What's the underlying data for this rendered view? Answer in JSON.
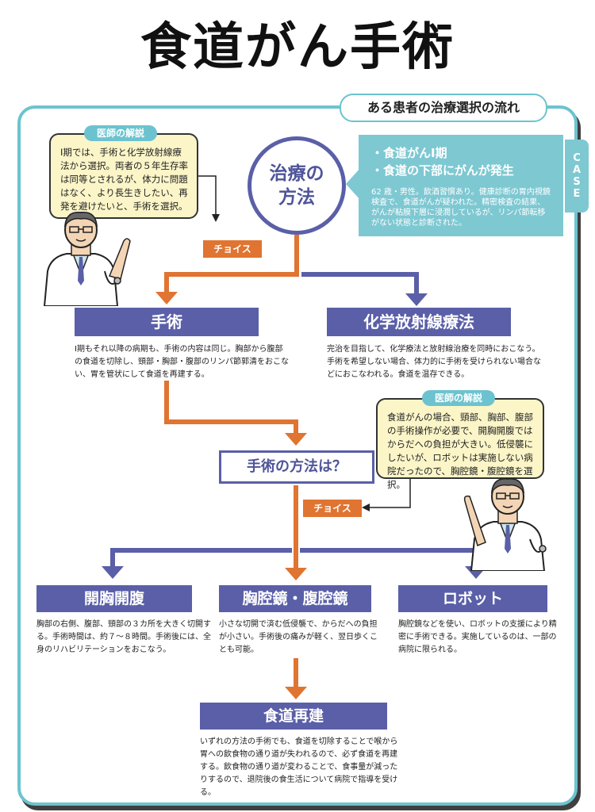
{
  "title": "食道がん手術",
  "panel_header": "ある患者の治療選択の流れ",
  "case_tab": [
    "C",
    "A",
    "S",
    "E"
  ],
  "doctor1": {
    "label": "医師の解説",
    "text": "Ⅰ期では、手術と化学放射線療法から選択。両者の５年生存率は同等とされるが、体力に問題はなく、より長生きしたい、再発を避けたいと、手術を選択。"
  },
  "center": {
    "line1": "治療の",
    "line2": "方法"
  },
  "case": {
    "points": [
      "・食道がんⅠ期",
      "・食道の下部にがんが発生"
    ],
    "description": "62 歳・男性。飲酒習慣あり。健康診断の胃内視鏡検査で、食道がんが疑われた。精密検査の結果、がんが粘膜下層に浸潤しているが、リンパ節転移がない状態と診断された。"
  },
  "choice_label": "チョイス",
  "surgery": {
    "title": "手術",
    "desc": "Ⅰ期もそれ以降の病期も、手術の内容は同じ。胸部から腹部の食道を切除し、頸部・胸部・腹部のリンパ節郭清をおこない、胃を管状にして食道を再建する。"
  },
  "chemoradiation": {
    "title": "化学放射線療法",
    "desc": "完治を目指して、化学療法と放射線治療を同時におこなう。手術を希望しない場合、体力的に手術を受けられない場合などにおこなわれる。食道を温存できる。"
  },
  "doctor2": {
    "label": "医師の解説",
    "text": "食道がんの場合、頸部、胸部、腹部の手術操作が必要で、開胸開腹ではからだへの負担が大きい。低侵襲にしたいが、ロボットは実施しない病院だったので、胸腔鏡・腹腔鏡を選択。"
  },
  "method_question": "手術の方法は？",
  "open": {
    "title": "開胸開腹",
    "desc": "胸部の右側、腹部、頸部の３カ所を大きく切開する。手術時間は、約７～８時間。手術後には、全身のリハビリテーションをおこなう。"
  },
  "endoscopic": {
    "title": "胸腔鏡・腹腔鏡",
    "desc": "小さな切開で済む低侵襲で、からだへの負担が小さい。手術後の痛みが軽く、翌日歩くことも可能。"
  },
  "robot": {
    "title": "ロボット",
    "desc": "胸腔鏡などを使い、ロボットの支援により精密に手術できる。実施しているのは、一部の病院に限られる。"
  },
  "reconstruction": {
    "title": "食道再建",
    "desc": "いずれの方法の手術でも、食道を切除することで喉から胃への飲食物の通り道が失われるので、必ず食道を再建する。飲食物の通り道が変わることで、食事量が減ったりするので、退院後の食生活について病院で指導を受ける。"
  },
  "colors": {
    "teal": "#6cc3cf",
    "navy": "#5a5fa8",
    "orange": "#e07431",
    "cream": "#fbf5c8"
  }
}
